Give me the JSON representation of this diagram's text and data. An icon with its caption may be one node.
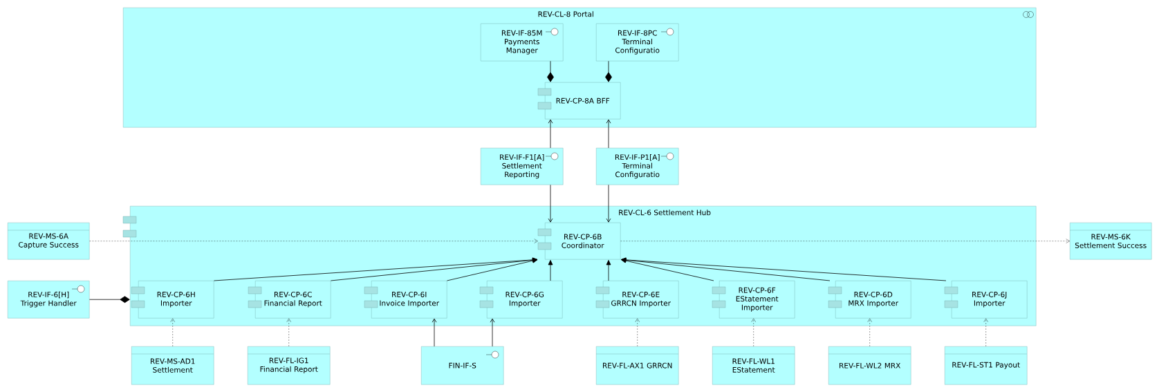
{
  "diagram": {
    "nodes": [
      {
        "text": [
          "REV-CL-8 Portal"
        ]
      },
      {
        "text": [
          "REV-IF-85M Payments Manager"
        ],
        "in": 0
      },
      {
        "text": [
          "REV-IF-8PC Terminal Configuratio"
        ],
        "in": 0
      },
      {
        "text": [
          "REV-CP-8A BFF"
        ],
        "in": 0
      },
      {
        "text": [
          "REV-IF-F1[A] Settlement Reporting"
        ]
      },
      {
        "text": [
          "REV-IF-P1[A] Terminal Configuratio"
        ]
      },
      {
        "text": [
          "REV-CL-6 Settlement Hub"
        ]
      },
      {
        "text": [
          "REV-MS-6A Capture Success"
        ]
      },
      {
        "text": [
          "REV-CP-6B Coordinator"
        ],
        "in": 6
      },
      {
        "text": [
          "REV-MS-6K Settlement Success"
        ]
      },
      {
        "text": [
          "REV-IF-6[H] Trigger Handler"
        ]
      },
      {
        "text": [
          "REV-CP-6H Importer"
        ],
        "in": 6
      },
      {
        "text": [
          "REV-CP-6C Financial Report"
        ],
        "in": 6
      },
      {
        "text": [
          "REV-CP-6I Invoice Importer"
        ],
        "in": 6
      },
      {
        "text": [
          "REV-CP-6G Importer"
        ],
        "in": 6
      },
      {
        "text": [
          "REV-CP-6E GRRCN Importer"
        ],
        "in": 6
      },
      {
        "text": [
          "REV-CP-6F EStatement Importer"
        ],
        "in": 6
      },
      {
        "text": [
          "REV-CP-6D MRX Importer"
        ],
        "in": 6
      },
      {
        "text": [
          "REV-CP-6J Importer"
        ],
        "in": 6
      },
      {
        "text": [
          "REV-MS-AD1 Settlement"
        ]
      },
      {
        "text": [
          "REV-FL-IG1 Financial Report"
        ]
      },
      {
        "text": [
          "FIN-IF-S"
        ]
      },
      {
        "text": [
          "REV-FL-AX1 GRRCN"
        ]
      },
      {
        "text": [
          "REV-FL-WL1 EStatement"
        ]
      },
      {
        "text": [
          "REV-FL-WL2 MRX"
        ]
      },
      {
        "text": [
          "REV-FL-ST1 Payout"
        ]
      }
    ],
    "edges": [
      {
        "from": 1,
        "to": 3,
        "arrow": "other"
      },
      {
        "from": 2,
        "to": 3,
        "arrow": "other"
      },
      {
        "from": 4,
        "to": 3,
        "arrow": "to"
      },
      {
        "from": 5,
        "to": 3,
        "arrow": "to"
      },
      {
        "from": 4,
        "to": 8,
        "arrow": "to"
      },
      {
        "from": 5,
        "to": 8,
        "arrow": "to"
      },
      {
        "from": 7,
        "to": 8,
        "arrow": "to",
        "style": "dashed"
      },
      {
        "from": 8,
        "to": 9,
        "arrow": "to",
        "style": "dashed"
      },
      {
        "from": 10,
        "to": 6,
        "arrow": "other"
      },
      {
        "from": 11,
        "to": 8,
        "arrow": "to"
      },
      {
        "from": 12,
        "to": 8,
        "arrow": "to"
      },
      {
        "from": 13,
        "to": 8,
        "arrow": "to"
      },
      {
        "from": 14,
        "to": 8,
        "arrow": "to"
      },
      {
        "from": 15,
        "to": 8,
        "arrow": "to"
      },
      {
        "from": 16,
        "to": 8,
        "arrow": "to"
      },
      {
        "from": 17,
        "to": 8,
        "arrow": "to"
      },
      {
        "from": 18,
        "to": 8,
        "arrow": "to"
      },
      {
        "from": 19,
        "to": 11,
        "arrow": "to",
        "style": "dashed"
      },
      {
        "from": 20,
        "to": 12,
        "arrow": "to",
        "style": "dashed"
      },
      {
        "from": 21,
        "to": 13,
        "arrow": "to"
      },
      {
        "from": 21,
        "to": 14,
        "arrow": "to"
      },
      {
        "from": 22,
        "to": 15,
        "arrow": "to",
        "style": "dashed"
      },
      {
        "from": 23,
        "to": 16,
        "arrow": "to",
        "style": "dashed"
      },
      {
        "from": 24,
        "to": 17,
        "arrow": "to",
        "style": "dashed"
      },
      {
        "from": 25,
        "to": 18,
        "arrow": "to",
        "style": "dashed"
      }
    ]
  }
}
